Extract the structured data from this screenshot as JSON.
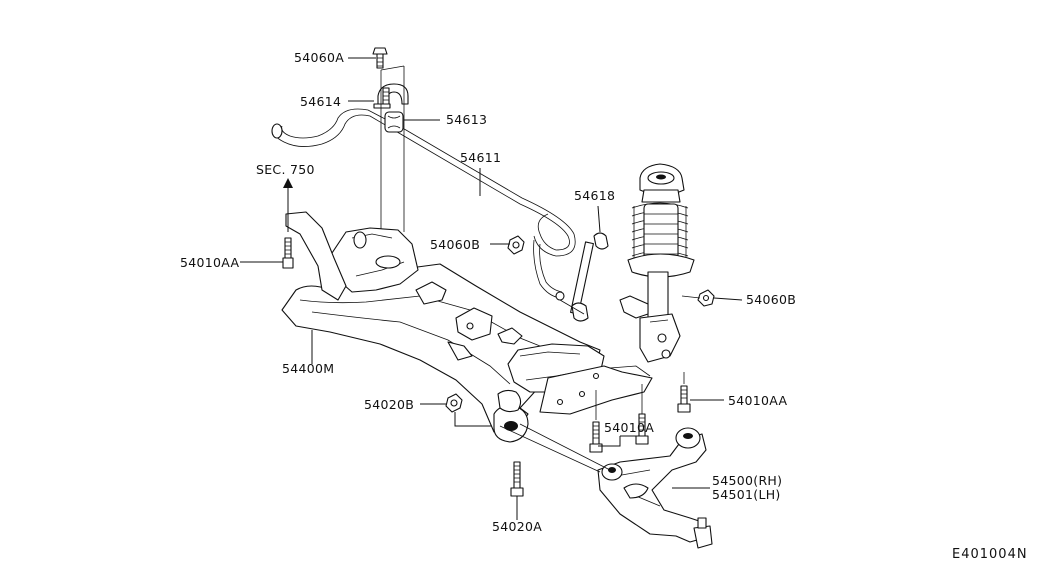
{
  "figure_code": "E401004N",
  "callouts": [
    {
      "id": "54060A",
      "label": "54060A"
    },
    {
      "id": "54614",
      "label": "54614"
    },
    {
      "id": "54613",
      "label": "54613"
    },
    {
      "id": "54611",
      "label": "54611"
    },
    {
      "id": "sec750",
      "label": "SEC. 750"
    },
    {
      "id": "54010AA-left",
      "label": "54010AA"
    },
    {
      "id": "54060B-center",
      "label": "54060B"
    },
    {
      "id": "54618",
      "label": "54618"
    },
    {
      "id": "54060B-right",
      "label": "54060B"
    },
    {
      "id": "54400M",
      "label": "54400M"
    },
    {
      "id": "54020B",
      "label": "54020B"
    },
    {
      "id": "54010AA-right",
      "label": "54010AA"
    },
    {
      "id": "54010A",
      "label": "54010A"
    },
    {
      "id": "54500RH",
      "label": "54500(RH)"
    },
    {
      "id": "54501LH",
      "label": "54501(LH)"
    },
    {
      "id": "54020A",
      "label": "54020A"
    }
  ]
}
